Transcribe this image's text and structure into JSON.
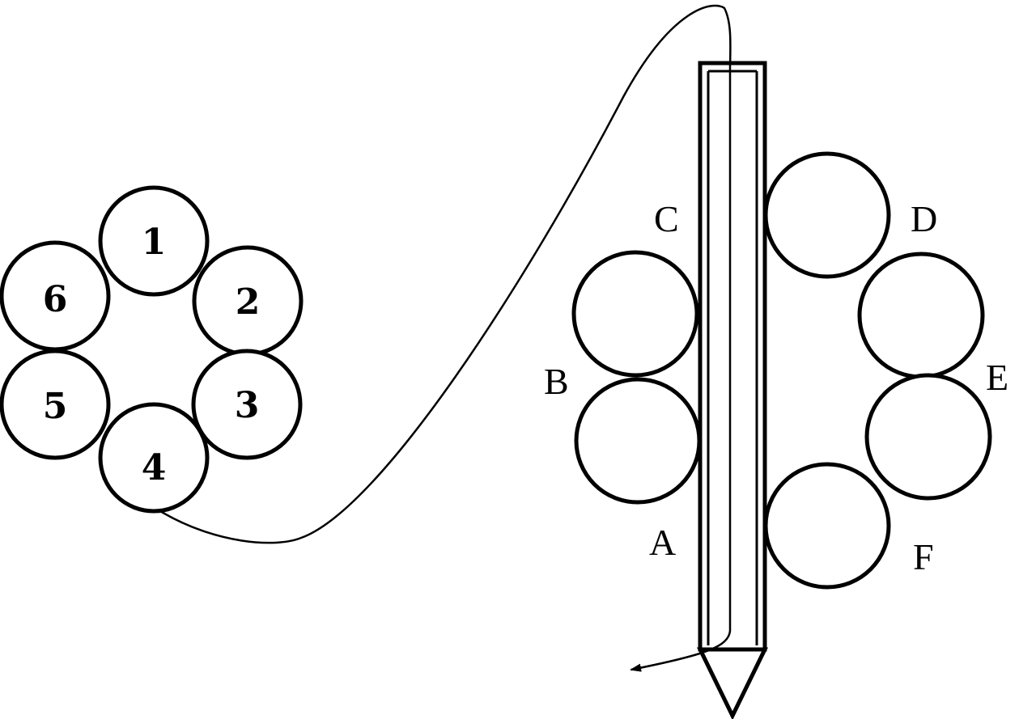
{
  "left_group": {
    "circles": [
      {
        "label": "1"
      },
      {
        "label": "2"
      },
      {
        "label": "3"
      },
      {
        "label": "4"
      },
      {
        "label": "5"
      },
      {
        "label": "6"
      }
    ]
  },
  "right_group": {
    "labels": {
      "a": "A",
      "b": "B",
      "c": "C",
      "d": "D",
      "e": "E",
      "f": "F"
    }
  },
  "colors": {
    "stroke": "#000000",
    "background": "#ffffff"
  }
}
